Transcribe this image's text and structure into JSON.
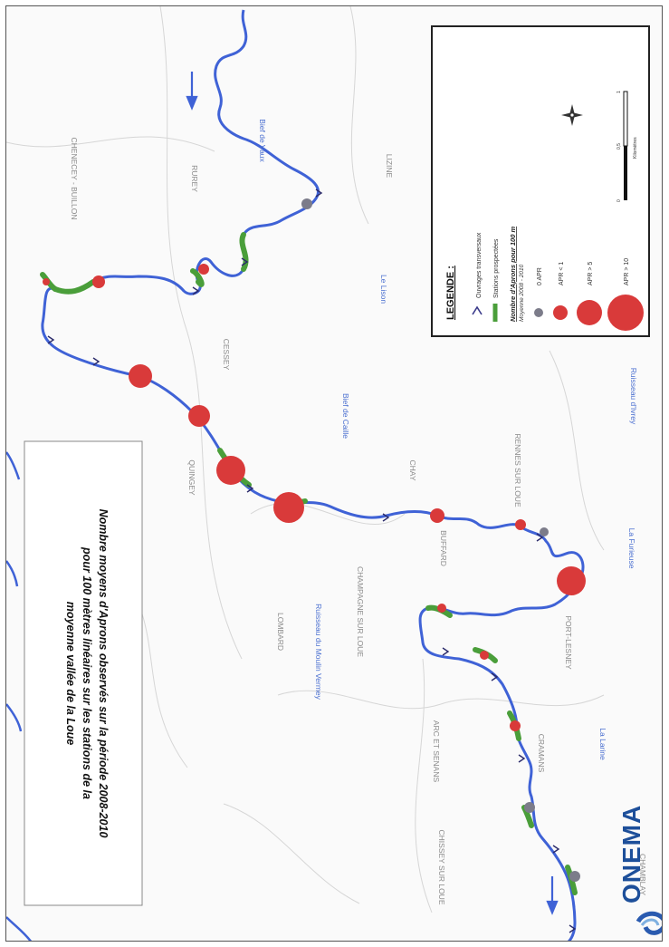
{
  "title": {
    "line1": "Nombre moyens d'Aprons observés sur la période 2008-2010",
    "line2": "pour 100 mètres linéaires sur les stations de la",
    "line3": "moyenne vallée de la Loue"
  },
  "legend": {
    "heading": "LEGENDE :",
    "items": [
      {
        "label": "Ouvrages transversaux",
        "symbol": "weir-arrow-icon"
      },
      {
        "label": "Stations prospectées",
        "symbol": "green-line"
      }
    ],
    "subheading": "Nombre d'Aprons pour 100 m",
    "subheading2": "Moyenne 2008 - 2010",
    "classes": [
      {
        "label": "0 APR",
        "color": "#7c7c8a"
      },
      {
        "label": "APR < 1",
        "color": "#d93a3a"
      },
      {
        "label": "APR > 5",
        "color": "#d93a3a"
      },
      {
        "label": "APR > 10",
        "color": "#d93a3a"
      }
    ],
    "scale": {
      "ticks": [
        "0",
        "0,5",
        "1"
      ],
      "unit": "Kilomètres"
    }
  },
  "towns": [
    "CHENECEY - BUILLON",
    "RUREY",
    "CESSEY",
    "LIZINE",
    "QUINGEY",
    "LOMBARD",
    "CHAY",
    "RENNES SUR LOUE",
    "BUFFARD",
    "CHAMPAGNE SUR LOUE",
    "PORT-LESNEY",
    "ARC ET SENANS",
    "CRAMANS",
    "CHISSEY SUR LOUE",
    "CHAMBLAY"
  ],
  "waterways": [
    "Bief de Vaux",
    "Le Lison",
    "Bief de Caille",
    "Ruisseau d'Ivrey",
    "La Furieuse",
    "Ruisseau du Moulin Vermey",
    "La Larine"
  ],
  "logo": "ONEMA",
  "colors": {
    "river": "#3f62d6",
    "apron": "#d93a3a",
    "zero": "#7c7c8a",
    "station": "#4a9e3a"
  }
}
